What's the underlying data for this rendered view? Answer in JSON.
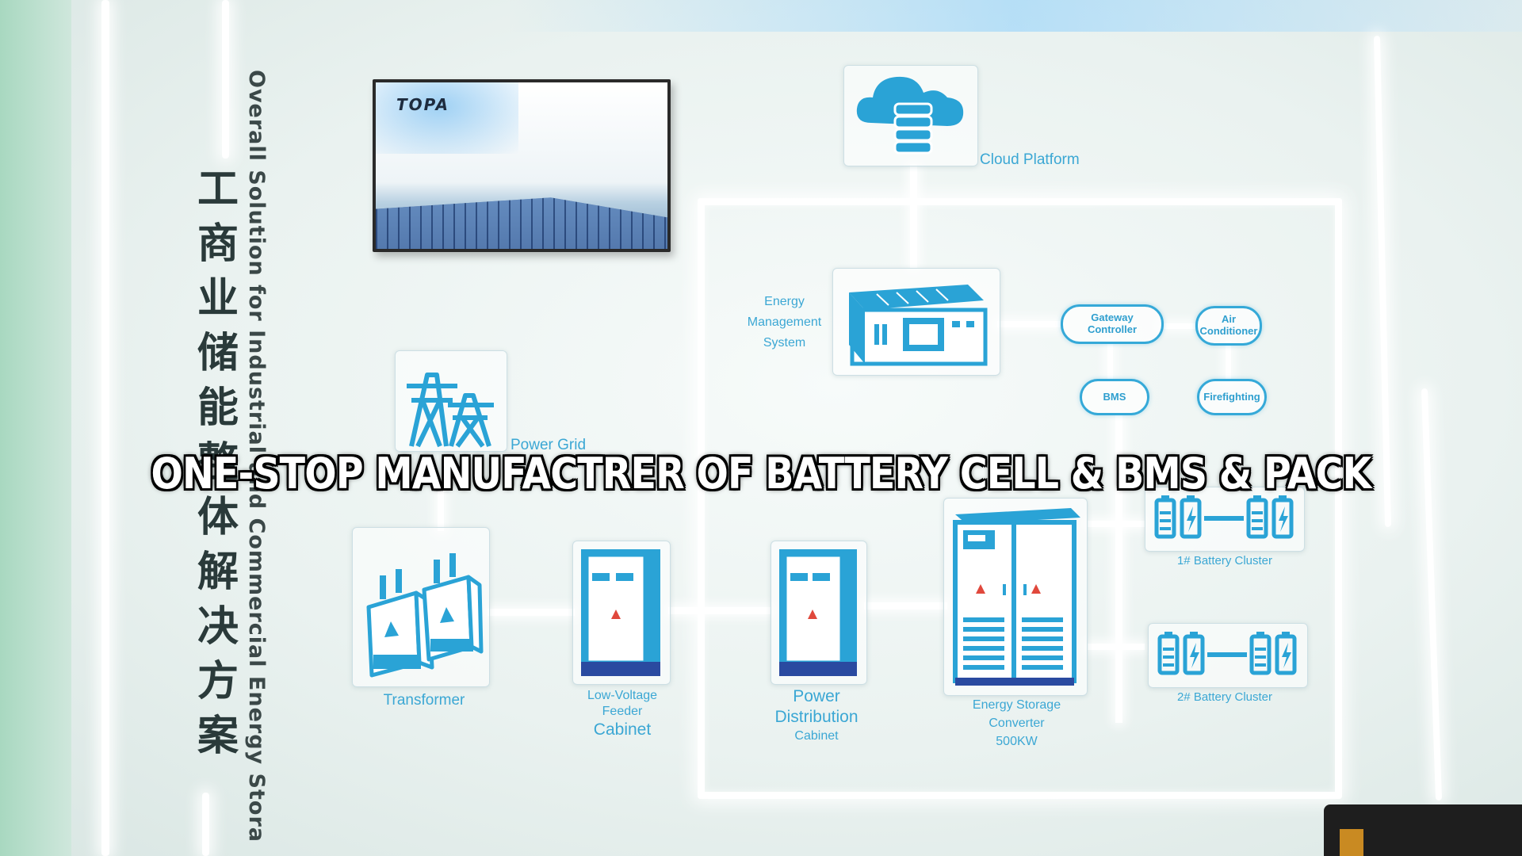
{
  "wall": {
    "title_cn": "工商业储能整体解决方案",
    "title_en": "Overall Solution for Industrial and Commercial Energy Stora"
  },
  "tv": {
    "logo": "TOPA"
  },
  "nodes": {
    "cloud_platform": "Cloud Platform",
    "ems": [
      "Energy",
      "Management",
      "System"
    ],
    "gateway_controller": [
      "Gateway",
      "Controller"
    ],
    "air_conditioner": [
      "Air",
      "Conditioner"
    ],
    "bms": "BMS",
    "firefighting": "Firefighting",
    "power_grid": "Power Grid",
    "transformer": "Transformer",
    "low_voltage": [
      "Low-Voltage",
      "Feeder",
      "Cabinet"
    ],
    "power_distribution": [
      "Power",
      "Distribution",
      "Cabinet"
    ],
    "converter": [
      "Energy Storage",
      "Converter",
      "500KW"
    ],
    "battery_cluster_1": "1# Battery Cluster",
    "battery_cluster_2": "2# Battery Cluster"
  },
  "caption": "ONE-STOP MANUFACTRER OF BATTERY CELL & BMS & PACK",
  "colors": {
    "accent": "#35a9d8",
    "icon": "#2aa3d6",
    "wall": "#eaf2f0"
  }
}
